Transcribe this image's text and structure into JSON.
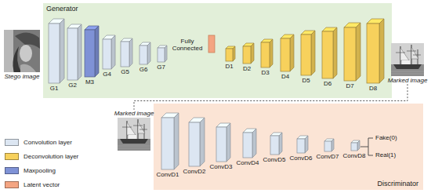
{
  "diagram": {
    "nodes": [
      {
        "text": [
          "Stego image"
        ]
      },
      {
        "text": [
          "Generator"
        ]
      },
      {
        "text": [
          "G1"
        ],
        "in": 1
      },
      {
        "text": [
          "G2"
        ],
        "in": 1
      },
      {
        "text": [
          "M3"
        ],
        "in": 1
      },
      {
        "text": [
          "G4"
        ],
        "in": 1
      },
      {
        "text": [
          "G5"
        ],
        "in": 1
      },
      {
        "text": [
          "G6"
        ],
        "in": 1
      },
      {
        "text": [
          "G7"
        ],
        "in": 1
      },
      {
        "text": [
          "D1"
        ],
        "in": 1
      },
      {
        "text": [
          "D2"
        ],
        "in": 1
      },
      {
        "text": [
          "D3"
        ],
        "in": 1
      },
      {
        "text": [
          "D4"
        ],
        "in": 1
      },
      {
        "text": [
          "D5"
        ],
        "in": 1
      },
      {
        "text": [
          "D6"
        ],
        "in": 1
      },
      {
        "text": [
          "D7"
        ],
        "in": 1
      },
      {
        "text": [
          "D8"
        ],
        "in": 1
      },
      {
        "text": [
          "Marked image"
        ]
      },
      {
        "text": [
          "Marked image"
        ]
      },
      {
        "text": [
          "Discriminator"
        ]
      },
      {
        "text": [
          "ConvD1"
        ],
        "in": 19
      },
      {
        "text": [
          "ConvD2"
        ],
        "in": 19
      },
      {
        "text": [
          "ConvD3"
        ],
        "in": 19
      },
      {
        "text": [
          "ConvD4"
        ],
        "in": 19
      },
      {
        "text": [
          "ConvD5"
        ],
        "in": 19
      },
      {
        "text": [
          "ConvD6"
        ],
        "in": 19
      },
      {
        "text": [
          "ConvD7"
        ],
        "in": 19
      },
      {
        "text": [
          "ConvD8"
        ],
        "in": 19
      }
    ],
    "edges": [
      {
        "from": 17,
        "to": 18,
        "arrow": "none"
      }
    ],
    "labels": [
      "Fully Connected",
      "Fake(0)",
      "Real(1)"
    ],
    "legend": [
      {
        "text": "Convolution layer",
        "color": "#dce6f2"
      },
      {
        "text": "Deconvolution layer",
        "color": "#f7d15c"
      },
      {
        "text": "Maxpooling",
        "color": "#7f92d6"
      },
      {
        "text": "Latent vector",
        "color": "#f4a582"
      }
    ]
  }
}
